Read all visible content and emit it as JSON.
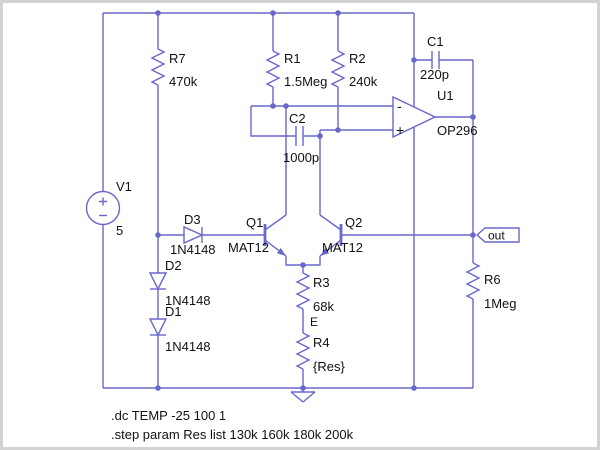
{
  "colors": {
    "wire": "#6868cc",
    "text": "#111111",
    "background": "#ffffff",
    "border": "#d2d2d2"
  },
  "components": {
    "V1": {
      "name": "V1",
      "value": "5"
    },
    "R7": {
      "name": "R7",
      "value": "470k"
    },
    "R1": {
      "name": "R1",
      "value": "1.5Meg"
    },
    "R2": {
      "name": "R2",
      "value": "240k"
    },
    "R3": {
      "name": "R3",
      "value": "68k"
    },
    "R4": {
      "name": "R4",
      "value": "{Res}"
    },
    "R6": {
      "name": "R6",
      "value": "1Meg"
    },
    "C1": {
      "name": "C1",
      "value": "220p"
    },
    "C2": {
      "name": "C2",
      "value": "1000p"
    },
    "D1": {
      "name": "D1",
      "value": "1N4148"
    },
    "D2": {
      "name": "D2",
      "value": "1N4148"
    },
    "D3": {
      "name": "D3",
      "value": "1N4148"
    },
    "Q1": {
      "name": "Q1",
      "value": "MAT12"
    },
    "Q2": {
      "name": "Q2",
      "value": "MAT12"
    },
    "U1": {
      "name": "U1",
      "value": "OP296",
      "minus_mark": "-",
      "plus_mark": "+"
    }
  },
  "net_labels": {
    "out": "out",
    "e": "E"
  },
  "directives": {
    "dc": ".dc TEMP -25 100 1",
    "step": ".step param Res list 130k 160k 180k 200k"
  }
}
